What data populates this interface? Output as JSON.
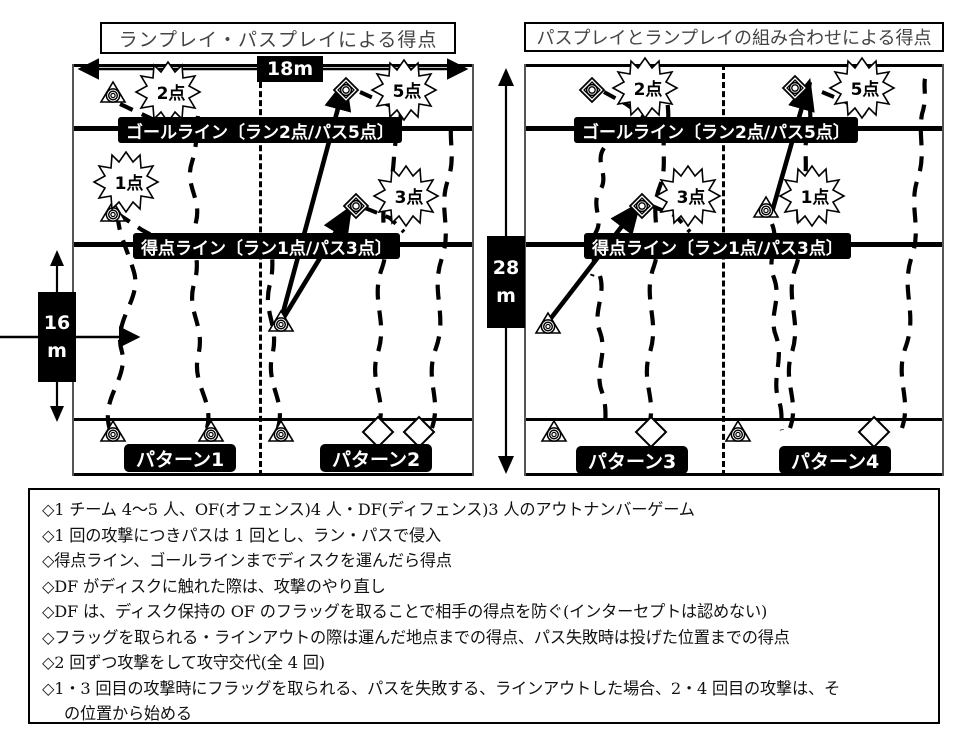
{
  "panels": {
    "left": {
      "title": "ランプレイ・パスプレイによる得点",
      "patterns": [
        "パターン1",
        "パターン2"
      ],
      "score_bursts": [
        "2点",
        "1点",
        "5点",
        "3点"
      ]
    },
    "right": {
      "title": "パスプレイとランプレイの組み合わせによる得点",
      "patterns": [
        "パターン3",
        "パターン4"
      ],
      "score_bursts": [
        "2点",
        "5点",
        "3点",
        "1点"
      ]
    }
  },
  "lines": {
    "goal_line": "ゴールライン〔ラン2点/パス5点〕",
    "score_line": "得点ライン〔ラン1点/パス3点〕"
  },
  "dimensions": {
    "width_label": "18m",
    "height_label_value": "16",
    "height_label_unit": "m",
    "total_label_value": "28",
    "total_label_unit": "m"
  },
  "rules": [
    "◇1 チーム 4〜5 人、OF(オフェンス)4 人・DF(ディフェンス)3 人のアウトナンバーゲーム",
    "◇1 回の攻撃につきパスは 1 回とし、ラン・パスで侵入",
    "◇得点ライン、ゴールラインまでディスクを運んだら得点",
    "◇DF がディスクに触れた際は、攻撃のやり直し",
    "◇DF は、ディスク保持の OF のフラッグを取ることで相手の得点を防ぐ(インターセプトは認めない)",
    "◇フラッグを取られる・ラインアウトの際は運んだ地点までの得点、パス失敗時は投げた位置までの得点",
    "◇2 回ずつ攻撃をして攻守交代(全 4 回)",
    "◇1・3 回目の攻撃時にフラッグを取られる、パスを失敗する、ラインアウトした場合、2・4 回目の攻撃は、そ",
    "の位置から始める"
  ],
  "colors": {
    "ink": "#000000",
    "banner_bg": "#000000",
    "banner_fg": "#ffffff",
    "frame": "#555555"
  }
}
